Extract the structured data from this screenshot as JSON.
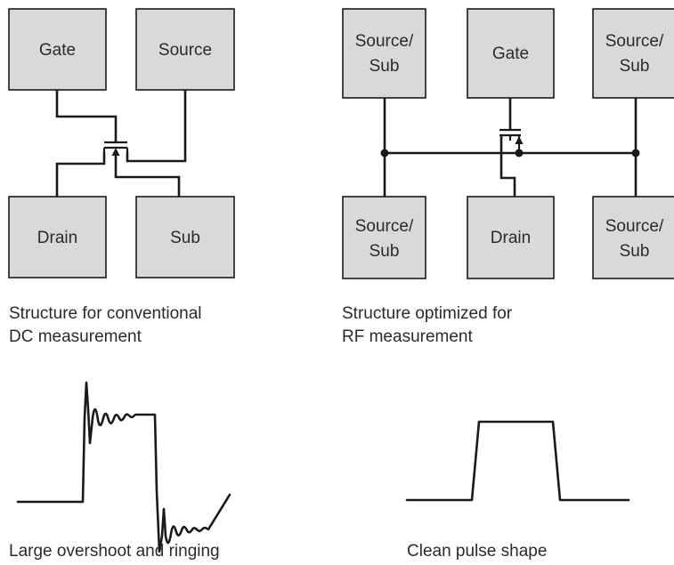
{
  "left_structure": {
    "pads": {
      "gate": "Gate",
      "source": "Source",
      "drain": "Drain",
      "sub": "Sub"
    },
    "caption_line1": "Structure for conventional",
    "caption_line2": "DC measurement"
  },
  "right_structure": {
    "pads": {
      "top_left": [
        "Source/",
        "Sub"
      ],
      "top_center": "Gate",
      "top_right": [
        "Source/",
        "Sub"
      ],
      "bottom_left": [
        "Source/",
        "Sub"
      ],
      "bottom_center": "Drain",
      "bottom_right": [
        "Source/",
        "Sub"
      ]
    },
    "caption_line1": "Structure optimized for",
    "caption_line2": "RF measurement"
  },
  "left_waveform": {
    "caption": "Large overshoot and ringing"
  },
  "right_waveform": {
    "caption": "Clean pulse shape"
  }
}
